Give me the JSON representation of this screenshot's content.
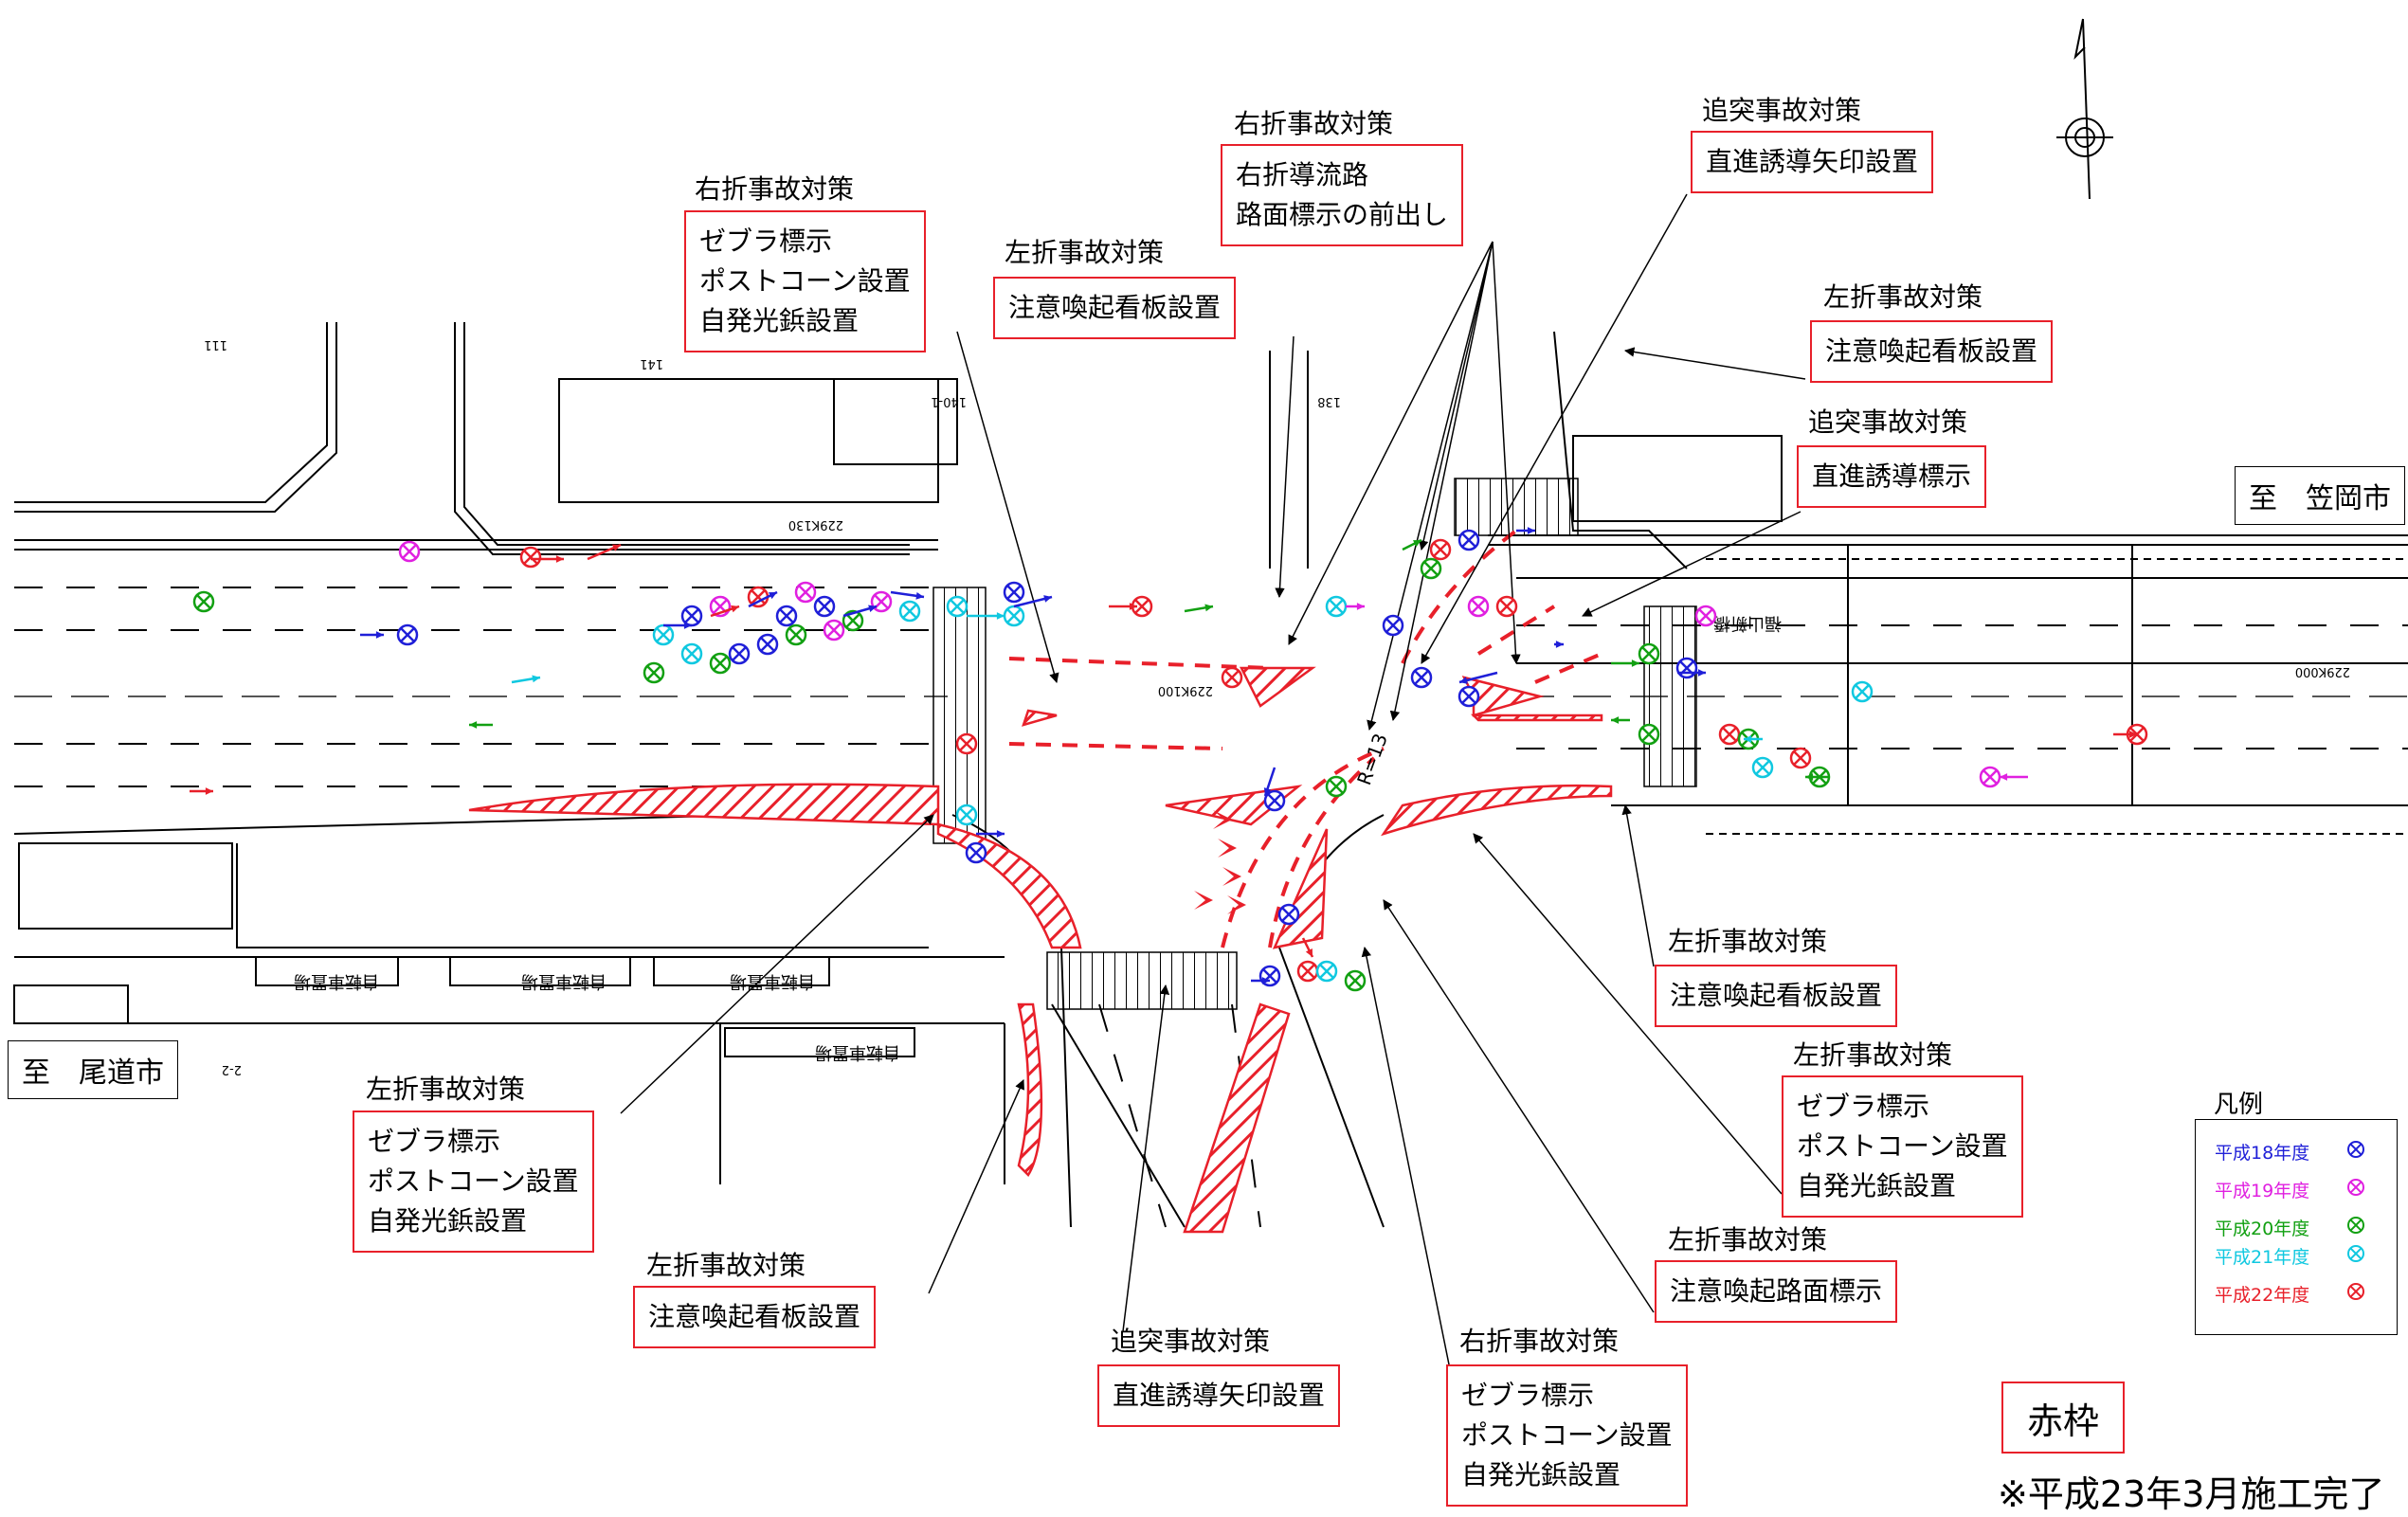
{
  "cities": {
    "left": "至　尾道市",
    "right": "至　笠岡市"
  },
  "callouts": [
    {
      "id": "c1",
      "header": "右折事故対策",
      "lines": [
        "ゼブラ標示",
        "ポストコーン設置",
        "自発光鋲設置"
      ]
    },
    {
      "id": "c2",
      "header": "左折事故対策",
      "lines": [
        "注意喚起看板設置"
      ]
    },
    {
      "id": "c3",
      "header": "右折事故対策",
      "lines": [
        "右折導流路",
        "路面標示の前出し"
      ]
    },
    {
      "id": "c4",
      "header": "追突事故対策",
      "lines": [
        "直進誘導矢印設置"
      ]
    },
    {
      "id": "c5",
      "header": "左折事故対策",
      "lines": [
        "注意喚起看板設置"
      ]
    },
    {
      "id": "c6",
      "header": "追突事故対策",
      "lines": [
        "直進誘導標示"
      ]
    },
    {
      "id": "c7",
      "header": "左折事故対策",
      "lines": [
        "注意喚起看板設置"
      ]
    },
    {
      "id": "c8",
      "header": "左折事故対策",
      "lines": [
        "ゼブラ標示",
        "ポストコーン設置",
        "自発光鋲設置"
      ]
    },
    {
      "id": "c9",
      "header": "左折事故対策",
      "lines": [
        "注意喚起路面標示"
      ]
    },
    {
      "id": "c10",
      "header": "左折事故対策",
      "lines": [
        "ゼブラ標示",
        "ポストコーン設置",
        "自発光鋲設置"
      ]
    },
    {
      "id": "c11",
      "header": "左折事故対策",
      "lines": [
        "注意喚起看板設置"
      ]
    },
    {
      "id": "c12",
      "header": "追突事故対策",
      "lines": [
        "直進誘導矢印設置"
      ]
    },
    {
      "id": "c13",
      "header": "右折事故対策",
      "lines": [
        "ゼブラ標示",
        "ポストコーン設置",
        "自発光鋲設置"
      ]
    }
  ],
  "legend": {
    "title": "凡例",
    "items": [
      {
        "label": "平成18年度",
        "color": "#1f1fd8"
      },
      {
        "label": "平成19年度",
        "color": "#e020e0"
      },
      {
        "label": "平成20年度",
        "color": "#12a012"
      },
      {
        "label": "平成21年度",
        "color": "#10c8e0"
      },
      {
        "label": "平成22年度",
        "color": "#e8202a"
      }
    ]
  },
  "marker_colors": [
    "#1f1fd8",
    "#e020e0",
    "#12a012",
    "#10c8e0",
    "#e8202a"
  ],
  "frame_label": "赤枠",
  "completion_note": "※平成23年3月施工完了",
  "map_labels": {
    "road_left": "229K130",
    "road_mid": "229K100",
    "road_right": "229K000",
    "bridge": "福山新橋",
    "radius": "R=13",
    "parking": "自転車置場",
    "lot_141": "141",
    "lot_138": "138",
    "lot_111": "111",
    "lot_140": "140-1",
    "lot_22": "2-2"
  },
  "accent_red": "#e8202a"
}
